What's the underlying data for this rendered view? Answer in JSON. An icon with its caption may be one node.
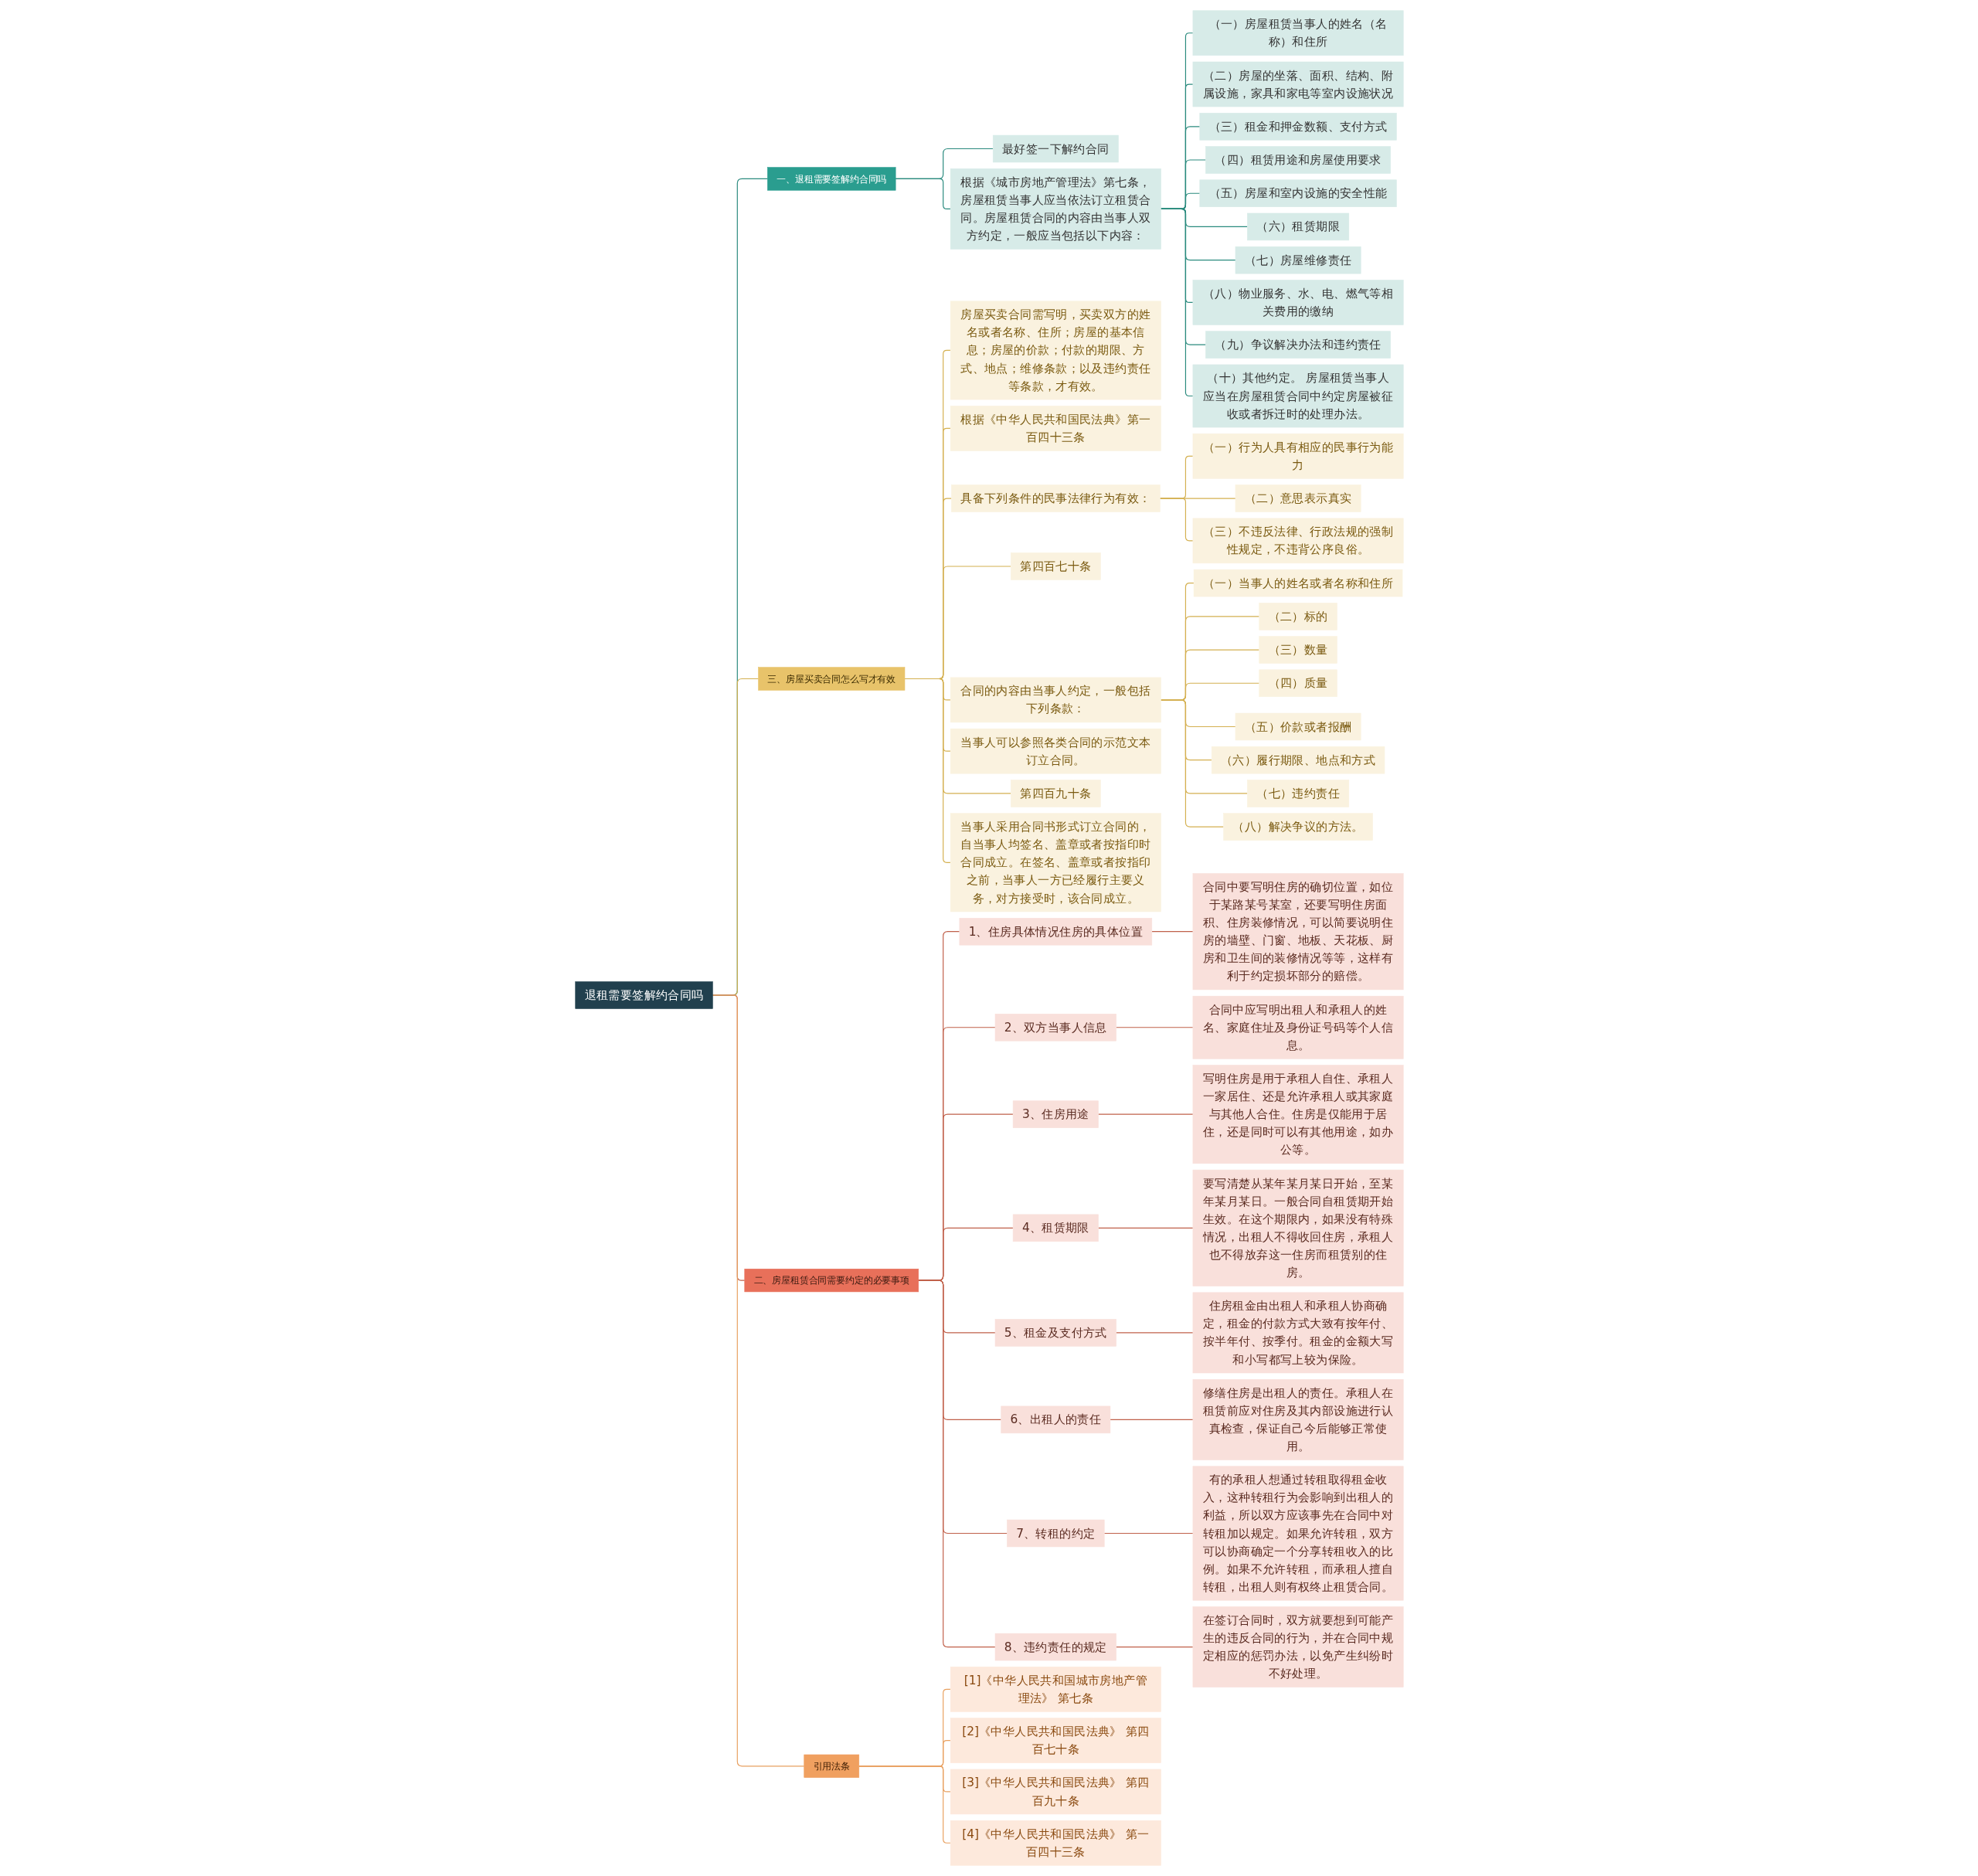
{
  "diagram": {
    "nodes": [
      {
        "text": [
          "退租需要签解约合同吗"
        ]
      },
      {
        "text": [
          "一、退租需要签解约合同吗"
        ]
      },
      {
        "text": [
          "最好签一下解约合同"
        ]
      },
      {
        "text": [
          "根据《城市房地产管理法》第七条，房屋租赁当事人应当依法订立租赁合同。房屋租赁合同的内容由当事人双方约定，一般应当包括以下内容："
        ]
      },
      {
        "text": [
          "（一）房屋租赁当事人的姓名（名称）和住所"
        ]
      },
      {
        "text": [
          "（二）房屋的坐落、面积、结构、附属设施，家具和家电等室内设施状况"
        ]
      },
      {
        "text": [
          "（三）租金和押金数额、支付方式"
        ]
      },
      {
        "text": [
          "（四）租赁用途和房屋使用要求"
        ]
      },
      {
        "text": [
          "（五）房屋和室内设施的安全性能"
        ]
      },
      {
        "text": [
          "（六）租赁期限"
        ]
      },
      {
        "text": [
          "（七）房屋维修责任"
        ]
      },
      {
        "text": [
          "（八）物业服务、水、电、燃气等相关费用的缴纳"
        ]
      },
      {
        "text": [
          "（九）争议解决办法和违约责任"
        ]
      },
      {
        "text": [
          "（十）其他约定。 房屋租赁当事人应当在房屋租赁合同中约定房屋被征收或者拆迁时的处理办法。"
        ]
      },
      {
        "text": [
          "三、房屋买卖合同怎么写才有效"
        ]
      },
      {
        "text": [
          "房屋买卖合同需写明，买卖双方的姓名或者名称、住所；房屋的基本信息；房屋的价款；付款的期限、方式、地点；维修条款；以及违约责任等条款，才有效。"
        ]
      },
      {
        "text": [
          "根据《中华人民共和国民法典》第一百四十三条"
        ]
      },
      {
        "text": [
          "具备下列条件的民事法律行为有效："
        ]
      },
      {
        "text": [
          "（一）行为人具有相应的民事行为能力"
        ]
      },
      {
        "text": [
          "（二）意思表示真实"
        ]
      },
      {
        "text": [
          "（三）不违反法律、行政法规的强制性规定，不违背公序良俗。"
        ]
      },
      {
        "text": [
          "第四百七十条"
        ]
      },
      {
        "text": [
          "合同的内容由当事人约定，一般包括下列条款："
        ]
      },
      {
        "text": [
          "（一）当事人的姓名或者名称和住所"
        ]
      },
      {
        "text": [
          "（二）标的"
        ]
      },
      {
        "text": [
          "（三）数量"
        ]
      },
      {
        "text": [
          "（四）质量"
        ]
      },
      {
        "text": [
          "（五）价款或者报酬"
        ]
      },
      {
        "text": [
          "（六）履行期限、地点和方式"
        ]
      },
      {
        "text": [
          "（七）违约责任"
        ]
      },
      {
        "text": [
          "（八）解决争议的方法。"
        ]
      },
      {
        "text": [
          "当事人可以参照各类合同的示范文本订立合同。"
        ]
      },
      {
        "text": [
          "第四百九十条"
        ]
      },
      {
        "text": [
          "当事人采用合同书形式订立合同的，自当事人均签名、盖章或者按指印时合同成立。在签名、盖章或者按指印之前，当事人一方已经履行主要义务，对方接受时，该合同成立。"
        ]
      },
      {
        "text": [
          "二、房屋租赁合同需要约定的必要事项"
        ]
      },
      {
        "text": [
          "1、住房具体情况住房的具体位置"
        ]
      },
      {
        "text": [
          "合同中要写明住房的确切位置，如位于某路某号某室，还要写明住房面积、住房装修情况，可以简要说明住房的墙壁、门窗、地板、天花板、厨房和卫生间的装修情况等等，这样有利于约定损坏部分的赔偿。"
        ]
      },
      {
        "text": [
          "2、双方当事人信息"
        ]
      },
      {
        "text": [
          "合同中应写明出租人和承租人的姓名、家庭住址及身份证号码等个人信息。"
        ]
      },
      {
        "text": [
          "3、住房用途"
        ]
      },
      {
        "text": [
          "写明住房是用于承租人自住、承租人一家居住、还是允许承租人或其家庭与其他人合住。住房是仅能用于居住，还是同时可以有其他用途，如办公等。"
        ]
      },
      {
        "text": [
          "4、租赁期限"
        ]
      },
      {
        "text": [
          "要写清楚从某年某月某日开始，至某年某月某日。一般合同自租赁期开始生效。在这个期限内，如果没有特殊情况，出租人不得收回住房，承租人也不得放弃这一住房而租赁别的住房。"
        ]
      },
      {
        "text": [
          "5、租金及支付方式"
        ]
      },
      {
        "text": [
          "住房租金由出租人和承租人协商确定，租金的付款方式大致有按年付、按半年付、按季付。租金的金额大写和小写都写上较为保险。"
        ]
      },
      {
        "text": [
          "6、出租人的责任"
        ]
      },
      {
        "text": [
          "修缮住房是出租人的责任。承租人在租赁前应对住房及其内部设施进行认真检查，保证自己今后能够正常使用。"
        ]
      },
      {
        "text": [
          "7、转租的约定"
        ]
      },
      {
        "text": [
          "有的承租人想通过转租取得租金收入，这种转租行为会影响到出租人的利益，所以双方应该事先在合同中对转租加以规定。如果允许转租，双方可以协商确定一个分享转租收入的比例。如果不允许转租，而承租人擅自转租，出租人则有权终止租赁合同。"
        ]
      },
      {
        "text": [
          "8、违约责任的规定"
        ]
      },
      {
        "text": [
          "在签订合同时，双方就要想到可能产生的违反合同的行为，并在合同中规定相应的惩罚办法，以免产生纠纷时不好处理。"
        ]
      },
      {
        "text": [
          "引用法条"
        ]
      },
      {
        "text": [
          "[1]《中华人民共和国城市房地产管理法》 第七条"
        ]
      },
      {
        "text": [
          "[2]《中华人民共和国民法典》 第四百七十条"
        ]
      },
      {
        "text": [
          "[3]《中华人民共和国民法典》 第四百九十条"
        ]
      },
      {
        "text": [
          "[4]《中华人民共和国民法典》 第一百四十三条"
        ]
      }
    ],
    "edges": [
      {
        "from": 0,
        "to": 1,
        "arrow": "none",
        "color": "#2a8a7e"
      },
      {
        "from": 1,
        "to": 2,
        "arrow": "none",
        "color": "#2a8a7e"
      },
      {
        "from": 1,
        "to": 3,
        "arrow": "none",
        "color": "#2a8a7e"
      },
      {
        "from": 3,
        "to": 4,
        "arrow": "none",
        "color": "#2a8a7e"
      },
      {
        "from": 3,
        "to": 5,
        "arrow": "none",
        "color": "#2a8a7e"
      },
      {
        "from": 3,
        "to": 6,
        "arrow": "none",
        "color": "#2a8a7e"
      },
      {
        "from": 3,
        "to": 7,
        "arrow": "none",
        "color": "#2a8a7e"
      },
      {
        "from": 3,
        "to": 8,
        "arrow": "none",
        "color": "#2a8a7e"
      },
      {
        "from": 3,
        "to": 9,
        "arrow": "none",
        "color": "#2a8a7e"
      },
      {
        "from": 3,
        "to": 10,
        "arrow": "none",
        "color": "#2a8a7e"
      },
      {
        "from": 3,
        "to": 11,
        "arrow": "none",
        "color": "#2a8a7e"
      },
      {
        "from": 3,
        "to": 12,
        "arrow": "none",
        "color": "#2a8a7e"
      },
      {
        "from": 3,
        "to": 13,
        "arrow": "none",
        "color": "#2a8a7e"
      },
      {
        "from": 0,
        "to": 14,
        "arrow": "none"
      },
      {
        "from": 14,
        "to": 15,
        "arrow": "none"
      },
      {
        "from": 14,
        "to": 16,
        "arrow": "none"
      },
      {
        "from": 14,
        "to": 17,
        "arrow": "none"
      },
      {
        "from": 17,
        "to": 18,
        "arrow": "none"
      },
      {
        "from": 17,
        "to": 19,
        "arrow": "none"
      },
      {
        "from": 17,
        "to": 20,
        "arrow": "none"
      },
      {
        "from": 14,
        "to": 21,
        "arrow": "none"
      },
      {
        "from": 14,
        "to": 22,
        "arrow": "none"
      },
      {
        "from": 22,
        "to": 23,
        "arrow": "none"
      },
      {
        "from": 22,
        "to": 24,
        "arrow": "none"
      },
      {
        "from": 22,
        "to": 25,
        "arrow": "none"
      },
      {
        "from": 22,
        "to": 26,
        "arrow": "none"
      },
      {
        "from": 22,
        "to": 27,
        "arrow": "none"
      },
      {
        "from": 22,
        "to": 28,
        "arrow": "none"
      },
      {
        "from": 22,
        "to": 29,
        "arrow": "none"
      },
      {
        "from": 22,
        "to": 30,
        "arrow": "none"
      },
      {
        "from": 14,
        "to": 31,
        "arrow": "none"
      },
      {
        "from": 14,
        "to": 32,
        "arrow": "none"
      },
      {
        "from": 14,
        "to": 33,
        "arrow": "none"
      },
      {
        "from": 0,
        "to": 34,
        "arrow": "none",
        "color": "#c0604a"
      },
      {
        "from": 34,
        "to": 35,
        "arrow": "none",
        "color": "#c0604a"
      },
      {
        "from": 35,
        "to": 36,
        "arrow": "none",
        "color": "#c0604a"
      },
      {
        "from": 34,
        "to": 37,
        "arrow": "none",
        "color": "#c0604a"
      },
      {
        "from": 37,
        "to": 38,
        "arrow": "none",
        "color": "#c0604a"
      },
      {
        "from": 34,
        "to": 39,
        "arrow": "none",
        "color": "#c0604a"
      },
      {
        "from": 39,
        "to": 40,
        "arrow": "none",
        "color": "#c0604a"
      },
      {
        "from": 34,
        "to": 41,
        "arrow": "none",
        "color": "#c0604a"
      },
      {
        "from": 41,
        "to": 42,
        "arrow": "none",
        "color": "#c0604a"
      },
      {
        "from": 34,
        "to": 43,
        "arrow": "none",
        "color": "#c0604a"
      },
      {
        "from": 43,
        "to": 44,
        "arrow": "none",
        "color": "#c0604a"
      },
      {
        "from": 34,
        "to": 45,
        "arrow": "none",
        "color": "#c0604a"
      },
      {
        "from": 45,
        "to": 46,
        "arrow": "none",
        "color": "#c0604a"
      },
      {
        "from": 34,
        "to": 47,
        "arrow": "none",
        "color": "#c0604a"
      },
      {
        "from": 47,
        "to": 48,
        "arrow": "none",
        "color": "#c0604a"
      },
      {
        "from": 34,
        "to": 49,
        "arrow": "none",
        "color": "#c0604a"
      },
      {
        "from": 49,
        "to": 50,
        "arrow": "none",
        "color": "#c0604a"
      },
      {
        "from": 0,
        "to": 51,
        "arrow": "none",
        "color": "#e8a060"
      },
      {
        "from": 51,
        "to": 52,
        "arrow": "none",
        "color": "#e8a060"
      },
      {
        "from": 51,
        "to": 53,
        "arrow": "none",
        "color": "#e8a060"
      },
      {
        "from": 51,
        "to": 54,
        "arrow": "none",
        "color": "#e8a060"
      },
      {
        "from": 51,
        "to": 55,
        "arrow": "none",
        "color": "#e8a060"
      }
    ]
  }
}
